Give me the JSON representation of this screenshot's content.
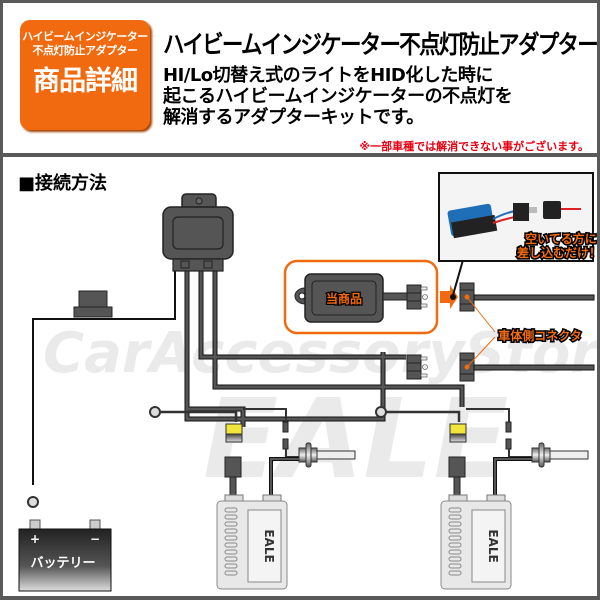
{
  "header": {
    "badge": {
      "line1": "ハイビームインジケーター",
      "line2": "不点灯防止アダプター",
      "line3": "商品詳細",
      "color": "#f26a0f"
    },
    "title": "ハイビームインジケーター不点灯防止アダプター",
    "description": [
      "HI/Lo切替え式のライトをHID化した時に",
      "起こるハイビームインジケーターの不点灯を",
      "解消するアダプターキットです。"
    ],
    "note": "※一部車種では解消できない事がございます。",
    "note_color": "#e60012"
  },
  "diagram": {
    "section_title": "■接続方法",
    "product_label": "当商品",
    "vehicle_connector_label": "車体側コネクタ",
    "photo_callout_lines": [
      "空いてる方に",
      "差し込むだけ！"
    ],
    "battery_label": "バッテリー",
    "battery_plus": "+",
    "battery_minus": "−",
    "ballast_brand": "EALE",
    "watermark_lines": [
      "CarAccessoryStore",
      "EALE"
    ],
    "accent_color": "#f26a0f"
  }
}
